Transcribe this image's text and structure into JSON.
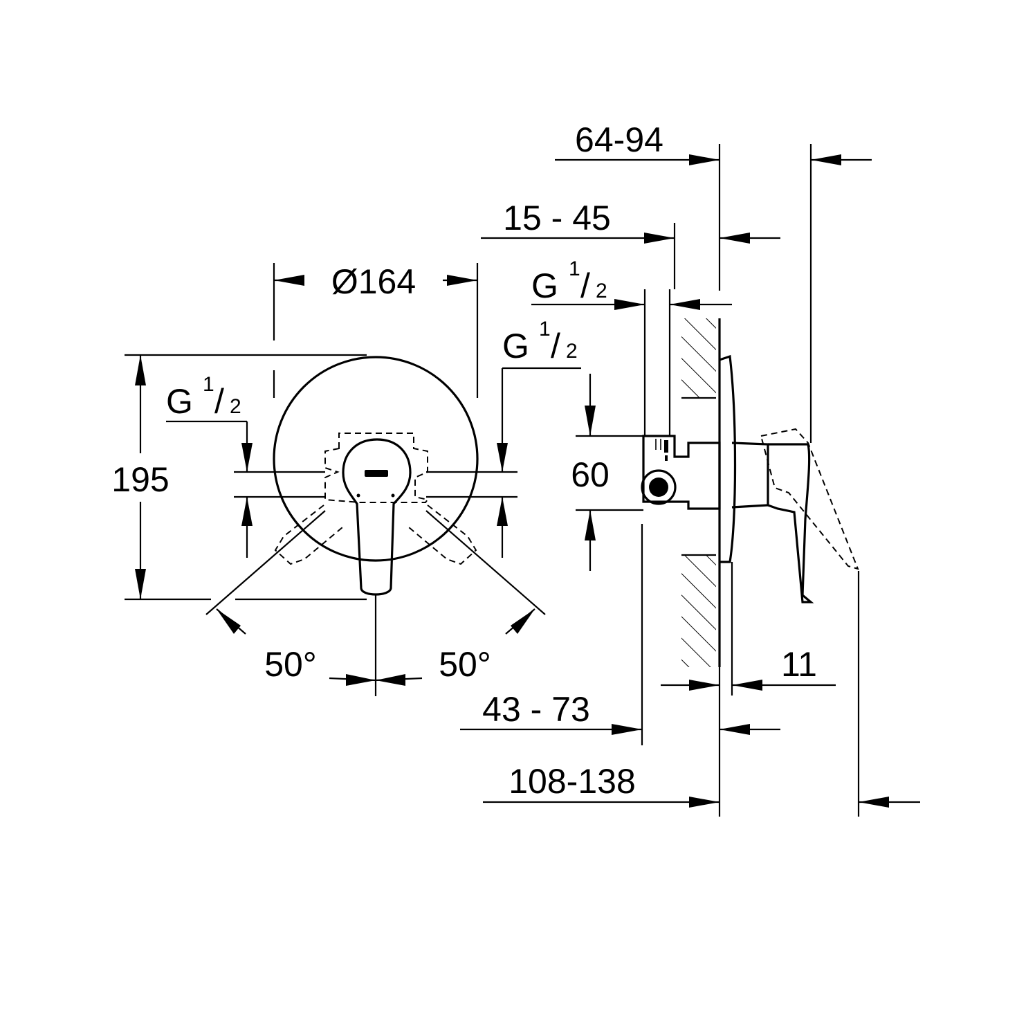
{
  "dimensions": {
    "diameter": "Ø164",
    "height": "195",
    "inlet_spacing": "60",
    "angle_left": "50°",
    "angle_right": "50°",
    "depth_64_94": "64-94",
    "depth_15_45": "15 - 45",
    "depth_43_73": "43 - 73",
    "depth_108_138": "108-138",
    "plate_11": "11"
  },
  "threads": {
    "g_letter": "G",
    "g_numerator": "1",
    "g_slash": "/",
    "g_denominator": "2"
  }
}
